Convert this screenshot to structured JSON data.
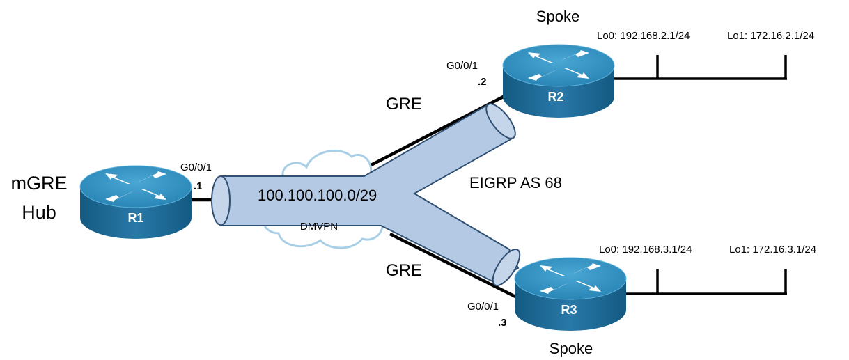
{
  "hub": {
    "role_line1": "mGRE",
    "role_line2": "Hub",
    "router": "R1",
    "interface": "G0/0/1",
    "ip_suffix": ".1"
  },
  "r2": {
    "role": "Spoke",
    "router": "R2",
    "interface": "G0/0/1",
    "ip_suffix": ".2",
    "lo0": "Lo0: 192.168.2.1/24",
    "lo1": "Lo1: 172.16.2.1/24"
  },
  "r3": {
    "role": "Spoke",
    "router": "R3",
    "interface": "G0/0/1",
    "ip_suffix": ".3",
    "lo0": "Lo0: 192.168.3.1/24",
    "lo1": "Lo1: 172.16.3.1/24"
  },
  "tunnel": {
    "network": "100.100.100.0/29",
    "cloud_label": "DMVPN",
    "upper_link_label": "GRE",
    "lower_link_label": "GRE",
    "routing": "EIGRP AS 68"
  },
  "colors": {
    "router_top": "#2e8fbf",
    "router_side": "#1a6591",
    "tunnel_fill": "#b4c9e3",
    "tunnel_stroke": "#2f4f73",
    "cloud_stroke": "#a9cfe6"
  }
}
